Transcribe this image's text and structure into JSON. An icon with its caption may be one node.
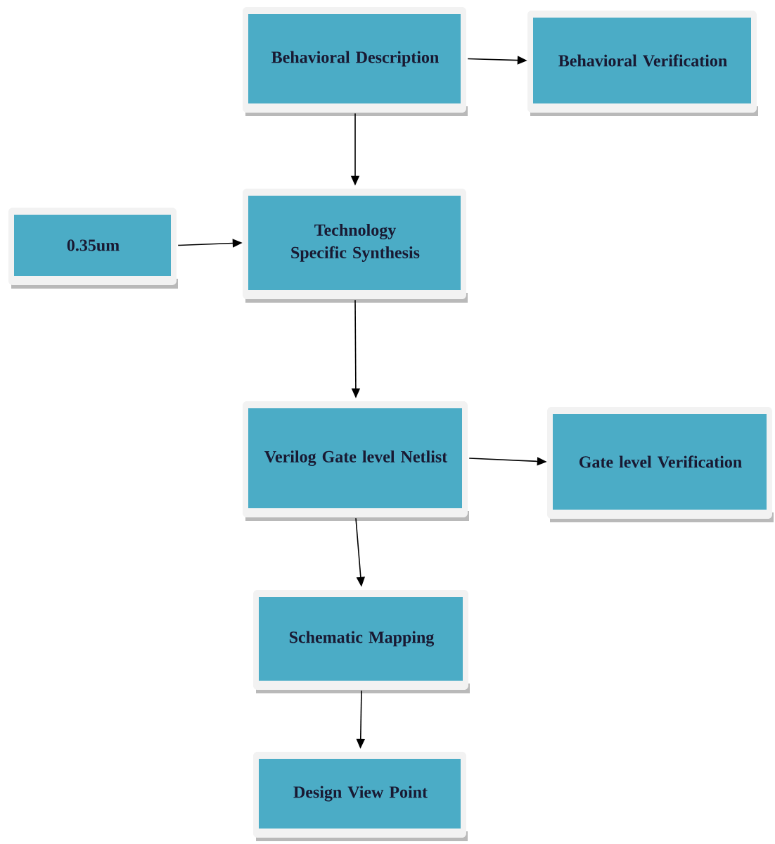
{
  "diagram": {
    "nodes": [
      {
        "text": [
          "Behavioral Description"
        ]
      },
      {
        "text": [
          "Behavioral Verification"
        ]
      },
      {
        "text": [
          "Technology Specific Synthesis"
        ]
      },
      {
        "text": [
          "0.35um"
        ]
      },
      {
        "text": [
          "Verilog Gate level Netlist"
        ]
      },
      {
        "text": [
          "Gate level Verification"
        ]
      },
      {
        "text": [
          "Schematic Mapping"
        ]
      },
      {
        "text": [
          "Design View Point"
        ]
      }
    ],
    "edges": [
      {
        "from": 0,
        "to": 1,
        "arrow": "to"
      },
      {
        "from": 0,
        "to": 2,
        "arrow": "to"
      },
      {
        "from": 3,
        "to": 2,
        "arrow": "to"
      },
      {
        "from": 2,
        "to": 4,
        "arrow": "to"
      },
      {
        "from": 4,
        "to": 5,
        "arrow": "to"
      },
      {
        "from": 4,
        "to": 6,
        "arrow": "to"
      },
      {
        "from": 6,
        "to": 7,
        "arrow": "to"
      }
    ]
  }
}
